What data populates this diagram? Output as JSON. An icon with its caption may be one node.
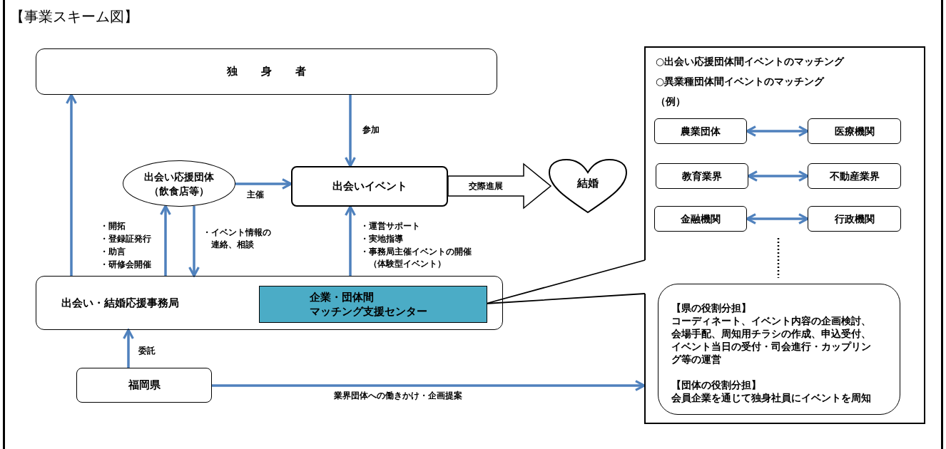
{
  "diagram": {
    "title": "【事業スキーム図】",
    "nodes": [
      {
        "text": [
          "独身者"
        ]
      },
      {
        "text": [
          "出会い応援団体",
          "（飲食店等）"
        ]
      },
      {
        "text": [
          "出会いイベント"
        ]
      },
      {
        "text": [
          "結婚"
        ]
      },
      {
        "text": [
          "出会い・結婚応援事務局"
        ]
      },
      {
        "text": [
          "企業・団体間",
          "マッチング支援センター"
        ],
        "in": 4
      },
      {
        "text": [
          "福岡県"
        ]
      },
      {
        "text": [
          "○出会い応援団体間イベントのマッチング",
          "○異業種団体間イベントのマッチング",
          "（例）"
        ]
      },
      {
        "text": [
          "農業団体"
        ],
        "in": 7
      },
      {
        "text": [
          "医療機関"
        ],
        "in": 7
      },
      {
        "text": [
          "教育業界"
        ],
        "in": 7
      },
      {
        "text": [
          "不動産業界"
        ],
        "in": 7
      },
      {
        "text": [
          "金融機関"
        ],
        "in": 7
      },
      {
        "text": [
          "行政機関"
        ],
        "in": 7
      },
      {
        "text": [
          "【県の役割分担】",
          "コーディネート、イベント内容の企画検討、会場手配、周知用チラシの作成、申込受付、イベント当日の受付・司会進行・カップリング等の運営",
          "【団体の役割分担】",
          "会員企業を通じて独身社員にイベントを周知"
        ],
        "in": 7
      }
    ],
    "edges": [
      {
        "from": 0,
        "to": 2,
        "arrow": "to",
        "label": "参加"
      },
      {
        "from": 1,
        "to": 2,
        "arrow": "to",
        "label": "主催"
      },
      {
        "from": 4,
        "to": 0,
        "arrow": "to"
      },
      {
        "from": 4,
        "to": 1,
        "arrow": "to"
      },
      {
        "from": 1,
        "to": 4,
        "arrow": "to",
        "label": "・イベント情報の連絡、相談"
      },
      {
        "from": 4,
        "to": 2,
        "arrow": "to"
      },
      {
        "from": 6,
        "to": 4,
        "arrow": "to",
        "label": "委託"
      },
      {
        "from": 6,
        "to": 7,
        "arrow": "to",
        "label": "業界団体への働きかけ・企画提案"
      },
      {
        "from": 2,
        "to": 3,
        "arrow": "to",
        "label": "交際進展",
        "style": "thick",
        "color": "#000000"
      },
      {
        "from": 7,
        "to": 5,
        "arrow": "none",
        "color": "#000000"
      },
      {
        "from": 8,
        "to": 9,
        "arrow": "both"
      },
      {
        "from": 10,
        "to": 11,
        "arrow": "both"
      },
      {
        "from": 12,
        "to": 13,
        "arrow": "both"
      }
    ],
    "labels": [
      "・開拓",
      "・登録証発行",
      "・助言",
      "・研修会開催",
      "・運営サポート",
      "・実地指導",
      "・事務局主催イベントの開催（体験型イベント）"
    ]
  }
}
